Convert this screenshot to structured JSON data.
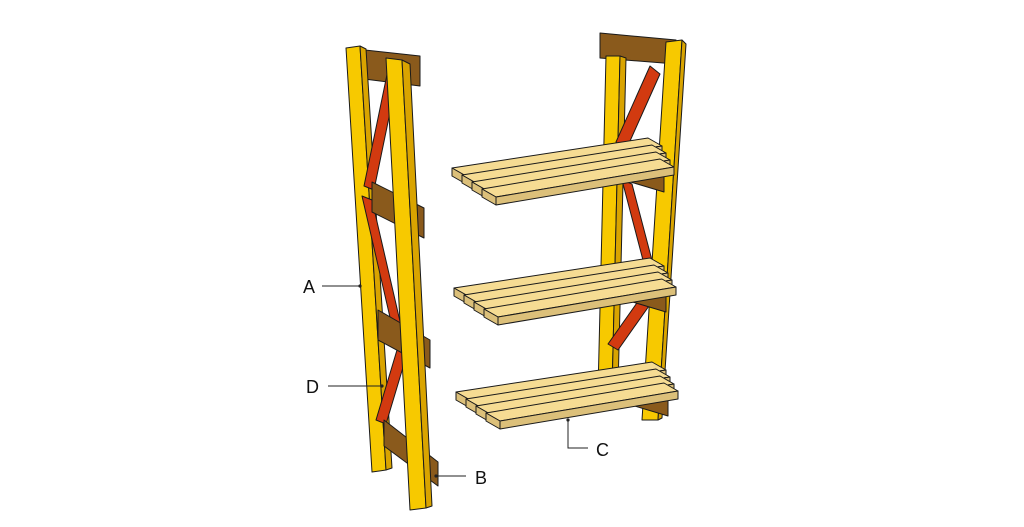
{
  "labels": {
    "a": "A",
    "b": "B",
    "c": "C",
    "d": "D"
  },
  "colors": {
    "leg": "#f7c900",
    "leg_shade": "#d9a400",
    "brace": "#d23a10",
    "brace_shade": "#a82a08",
    "support": "#8a5a1c",
    "support_shade": "#6a4212",
    "slat": "#f6dc93",
    "slat_shade": "#dcc07a",
    "outline": "#1a1a1a"
  }
}
